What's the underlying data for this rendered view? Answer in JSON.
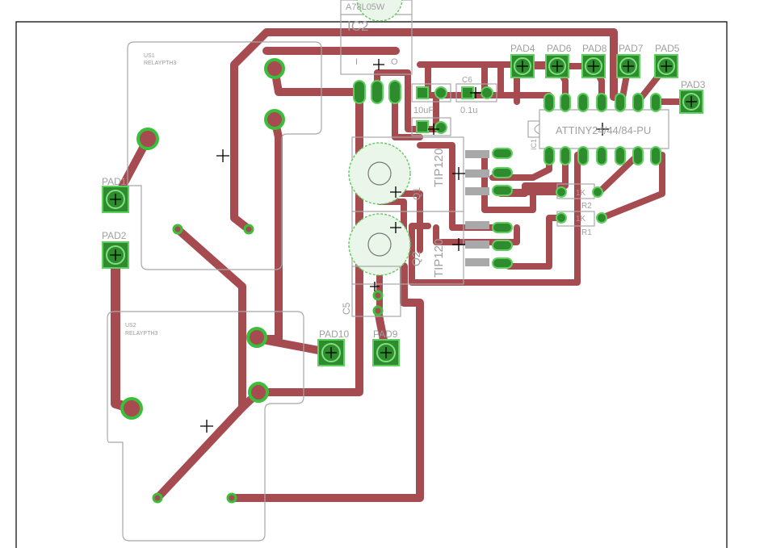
{
  "title": "PCB layout",
  "colors": {
    "trace": "#a64b50",
    "pad_fill": "#2e8b2e",
    "pad_ring": "#5fd05f",
    "outline": "#a8a8a8",
    "label": "#a0a0a0",
    "background": "#ffffff"
  },
  "labels": {
    "ic2": "IC2",
    "ic2_top": "A78L05W",
    "ic2_pin_i": "I",
    "ic2_pin_o": "O",
    "u1_name": "US1",
    "u1_value": "RELAYPTH3",
    "u2_name": "US2",
    "u2_value": "RELAYPTH3",
    "pad1": "PAD1",
    "pad2": "PAD2",
    "pad3": "PAD3",
    "pad4": "PAD4",
    "pad5": "PAD5",
    "pad6": "PAD6",
    "pad7": "PAD7",
    "pad8": "PAD8",
    "pad9": "PAD9",
    "pad10": "PAD10",
    "c_left": "10uF",
    "c_right_name": "C6",
    "c_right": "0.1u",
    "attiny": "ATTINY24/44/84-PU",
    "attiny_ref": "IC1",
    "q1": "TIP120",
    "q2": "TIP120",
    "q2_ref": "Q2",
    "q1_ref": "Q1",
    "r1": "R1",
    "r2": "R2",
    "r1_val": "1K",
    "r2_val": "1K",
    "c5": "C5"
  }
}
